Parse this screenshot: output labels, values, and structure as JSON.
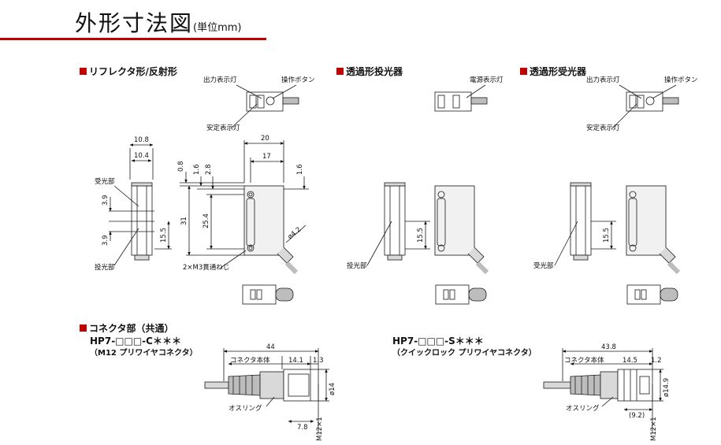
{
  "title": "外形寸法図",
  "unit": "(単位mm)",
  "sections": {
    "reflector": "リフレクタ形/反射形",
    "emitter": "透過形投光器",
    "receiver": "透過形受光器",
    "connector": "コネクタ部（共通）"
  },
  "connector_c": {
    "model": "HP7-□□□-C＊＊＊",
    "desc": "（M12 プリワイヤコネクタ）"
  },
  "connector_s": {
    "model": "HP7-□□□-S＊＊＊",
    "desc": "（クイックロック プリワイヤコネクタ）"
  },
  "labels": {
    "output_lamp": "出力表示灯",
    "operation_button": "操作ボタン",
    "stable_lamp": "安定表示灯",
    "power_lamp": "電源表示灯",
    "receiver_part": "受光部",
    "emitter_part": "投光部",
    "screw_hole": "2×M3貫通ねじ",
    "connector_body": "コネクタ本体",
    "o_ring": "オスリング",
    "diameter_42": "ø4.2"
  },
  "dims": {
    "d108": "10.8",
    "d104": "10.4",
    "d39a": "3.9",
    "d39b": "3.9",
    "d155": "15.5",
    "d20": "20",
    "d17": "17",
    "d08": "0.8",
    "d16a": "1.6",
    "d28": "2.8",
    "d16b": "1.6",
    "d31": "31",
    "d254": "25.4",
    "e155": "15.5",
    "r155": "15.5",
    "c44": "44",
    "c141": "14.1",
    "c13": "1.3",
    "c14": "ø14",
    "c78": "7.8",
    "cm12": "M12×1",
    "s438": "43.8",
    "s145": "14.5",
    "s12": "1.2",
    "s149": "ø14.9",
    "s92": "(9.2)",
    "sm12": "M12×1"
  },
  "colors": {
    "accent": "#c00000",
    "line": "#1a1a1a",
    "body": "#d9d9d9",
    "body_dark": "#bdbdbd"
  }
}
